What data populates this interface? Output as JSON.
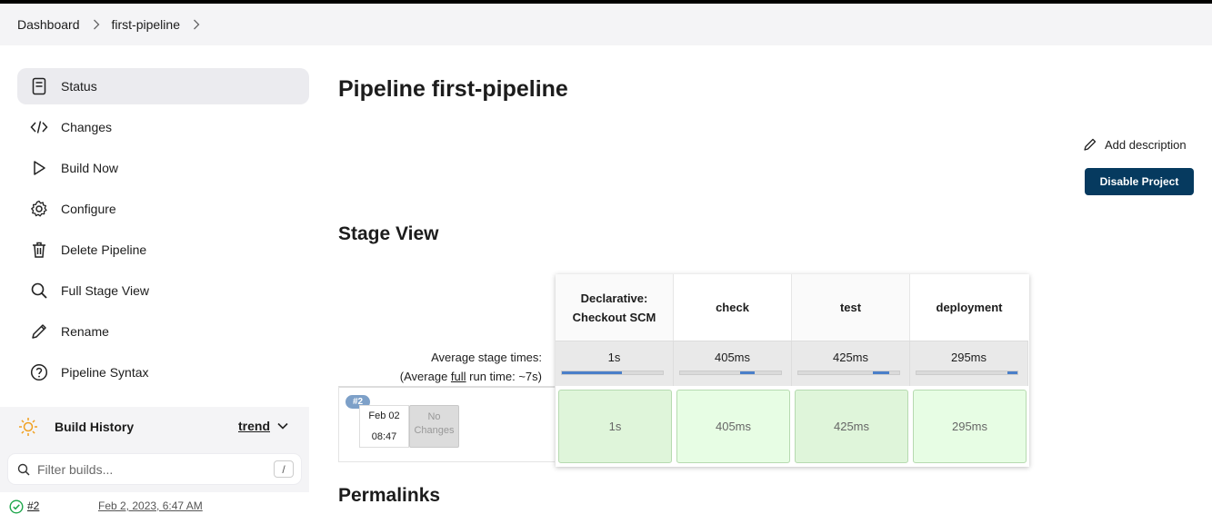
{
  "breadcrumb": [
    "Dashboard",
    "first-pipeline"
  ],
  "sidebar": {
    "items": [
      {
        "label": "Status",
        "icon": "status-icon"
      },
      {
        "label": "Changes",
        "icon": "code-icon"
      },
      {
        "label": "Build Now",
        "icon": "play-icon"
      },
      {
        "label": "Configure",
        "icon": "gear-icon"
      },
      {
        "label": "Delete Pipeline",
        "icon": "trash-icon"
      },
      {
        "label": "Full Stage View",
        "icon": "search-icon"
      },
      {
        "label": "Rename",
        "icon": "pencil-icon"
      },
      {
        "label": "Pipeline Syntax",
        "icon": "help-icon"
      }
    ]
  },
  "build_history": {
    "title": "Build History",
    "trend": "trend",
    "filter_placeholder": "Filter builds...",
    "shortcut": "/",
    "builds": [
      {
        "number": "#2",
        "date": "Feb 2, 2023, 6:47 AM"
      }
    ]
  },
  "main": {
    "title": "Pipeline first-pipeline",
    "add_description": "Add description",
    "disable_button": "Disable Project",
    "stage_view_title": "Stage View",
    "permalinks_title": "Permalinks"
  },
  "stage_view": {
    "avg_label_1": "Average stage times:",
    "avg_label_2_pre": "(Average ",
    "avg_label_2_link": "full",
    "avg_label_2_post": " run time: ~7s)",
    "stages": [
      {
        "name": "Declarative: Checkout SCM",
        "avg": "1s",
        "run": "1s"
      },
      {
        "name": "check",
        "avg": "405ms",
        "run": "405ms"
      },
      {
        "name": "test",
        "avg": "425ms",
        "run": "425ms"
      },
      {
        "name": "deployment",
        "avg": "295ms",
        "run": "295ms"
      }
    ],
    "run": {
      "badge": "#2",
      "date": "Feb 02",
      "time": "08:47",
      "no_changes": "No Changes"
    }
  },
  "colors": {
    "success_cell": "#dff5da",
    "success_cell_alt": "#e7fde4",
    "button": "#063a5f"
  }
}
